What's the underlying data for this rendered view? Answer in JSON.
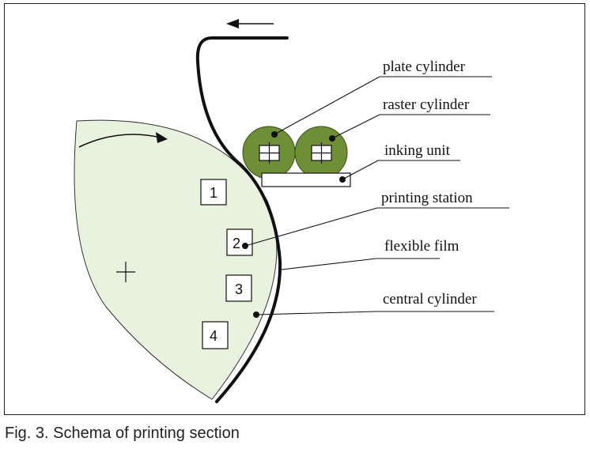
{
  "caption": "Fig. 3. Schema of printing section",
  "labels": {
    "plate_cylinder": "plate cylinder",
    "raster_cylinder": "raster cylinder",
    "inking_unit": "inking unit",
    "printing_station": "printing station",
    "flexible_film": "flexible film",
    "central_cylinder": "central cylinder"
  },
  "stations": [
    "1",
    "2",
    "3",
    "4"
  ],
  "icons": {
    "rotation_arrow": "curved-arrow-icon",
    "film_direction_arrow": "left-arrow-icon",
    "center_mark": "plus-icon"
  },
  "colors": {
    "central_cylinder_fill": "#e8f2de",
    "roller_fill": "#6f8f37",
    "line": "#111111"
  }
}
